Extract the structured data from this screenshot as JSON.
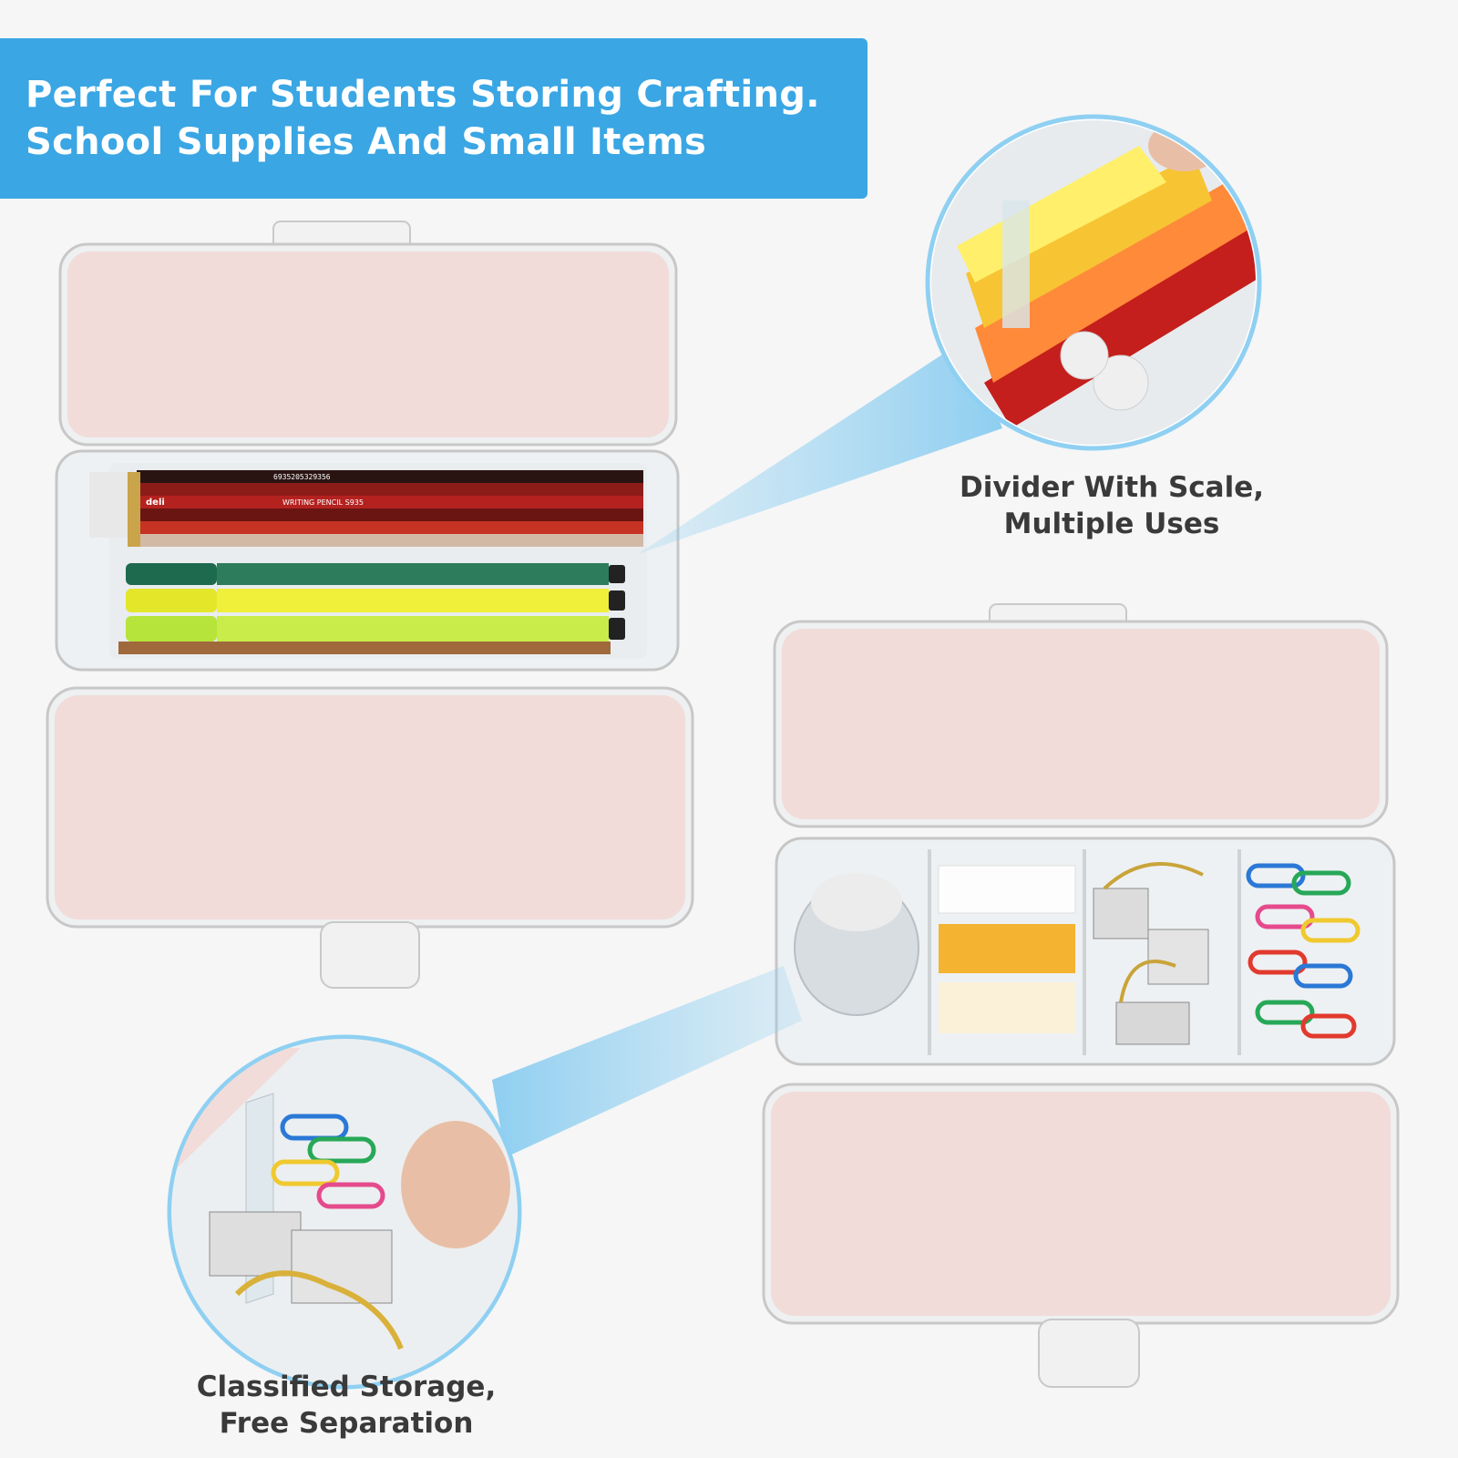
{
  "banner": {
    "line1": "Perfect For Students Storing Crafting.",
    "line2": "School Supplies And Small Items"
  },
  "callouts": {
    "divider": {
      "line1": "Divider With Scale,",
      "line2": "Multiple Uses"
    },
    "storage": {
      "line1": "Classified Storage,",
      "line2": "Free Separation"
    }
  },
  "pencil_print": {
    "barcode": "6935205329356",
    "brand": "deli",
    "label": "WRITING PENCIL  S935"
  },
  "colors": {
    "banner": "#3aa6e4",
    "lid_pink": "#f1dcda",
    "beam": "#8fd0f2",
    "caption": "#3a3a3a"
  }
}
